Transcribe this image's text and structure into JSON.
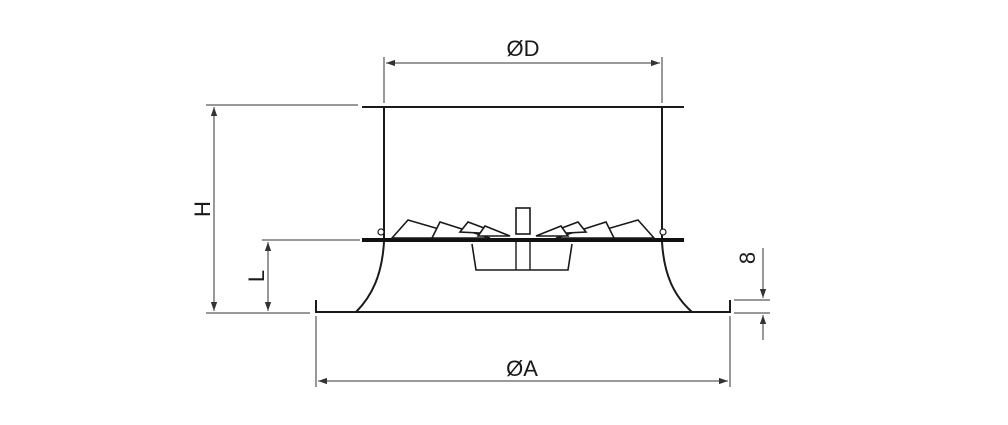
{
  "dimensions": {
    "diameter_d": "ØD",
    "diameter_a": "ØA",
    "height_h": "H",
    "length_l": "L",
    "flange_thickness": "8"
  },
  "colors": {
    "line": "#1a1a1a",
    "background": "#ffffff"
  }
}
